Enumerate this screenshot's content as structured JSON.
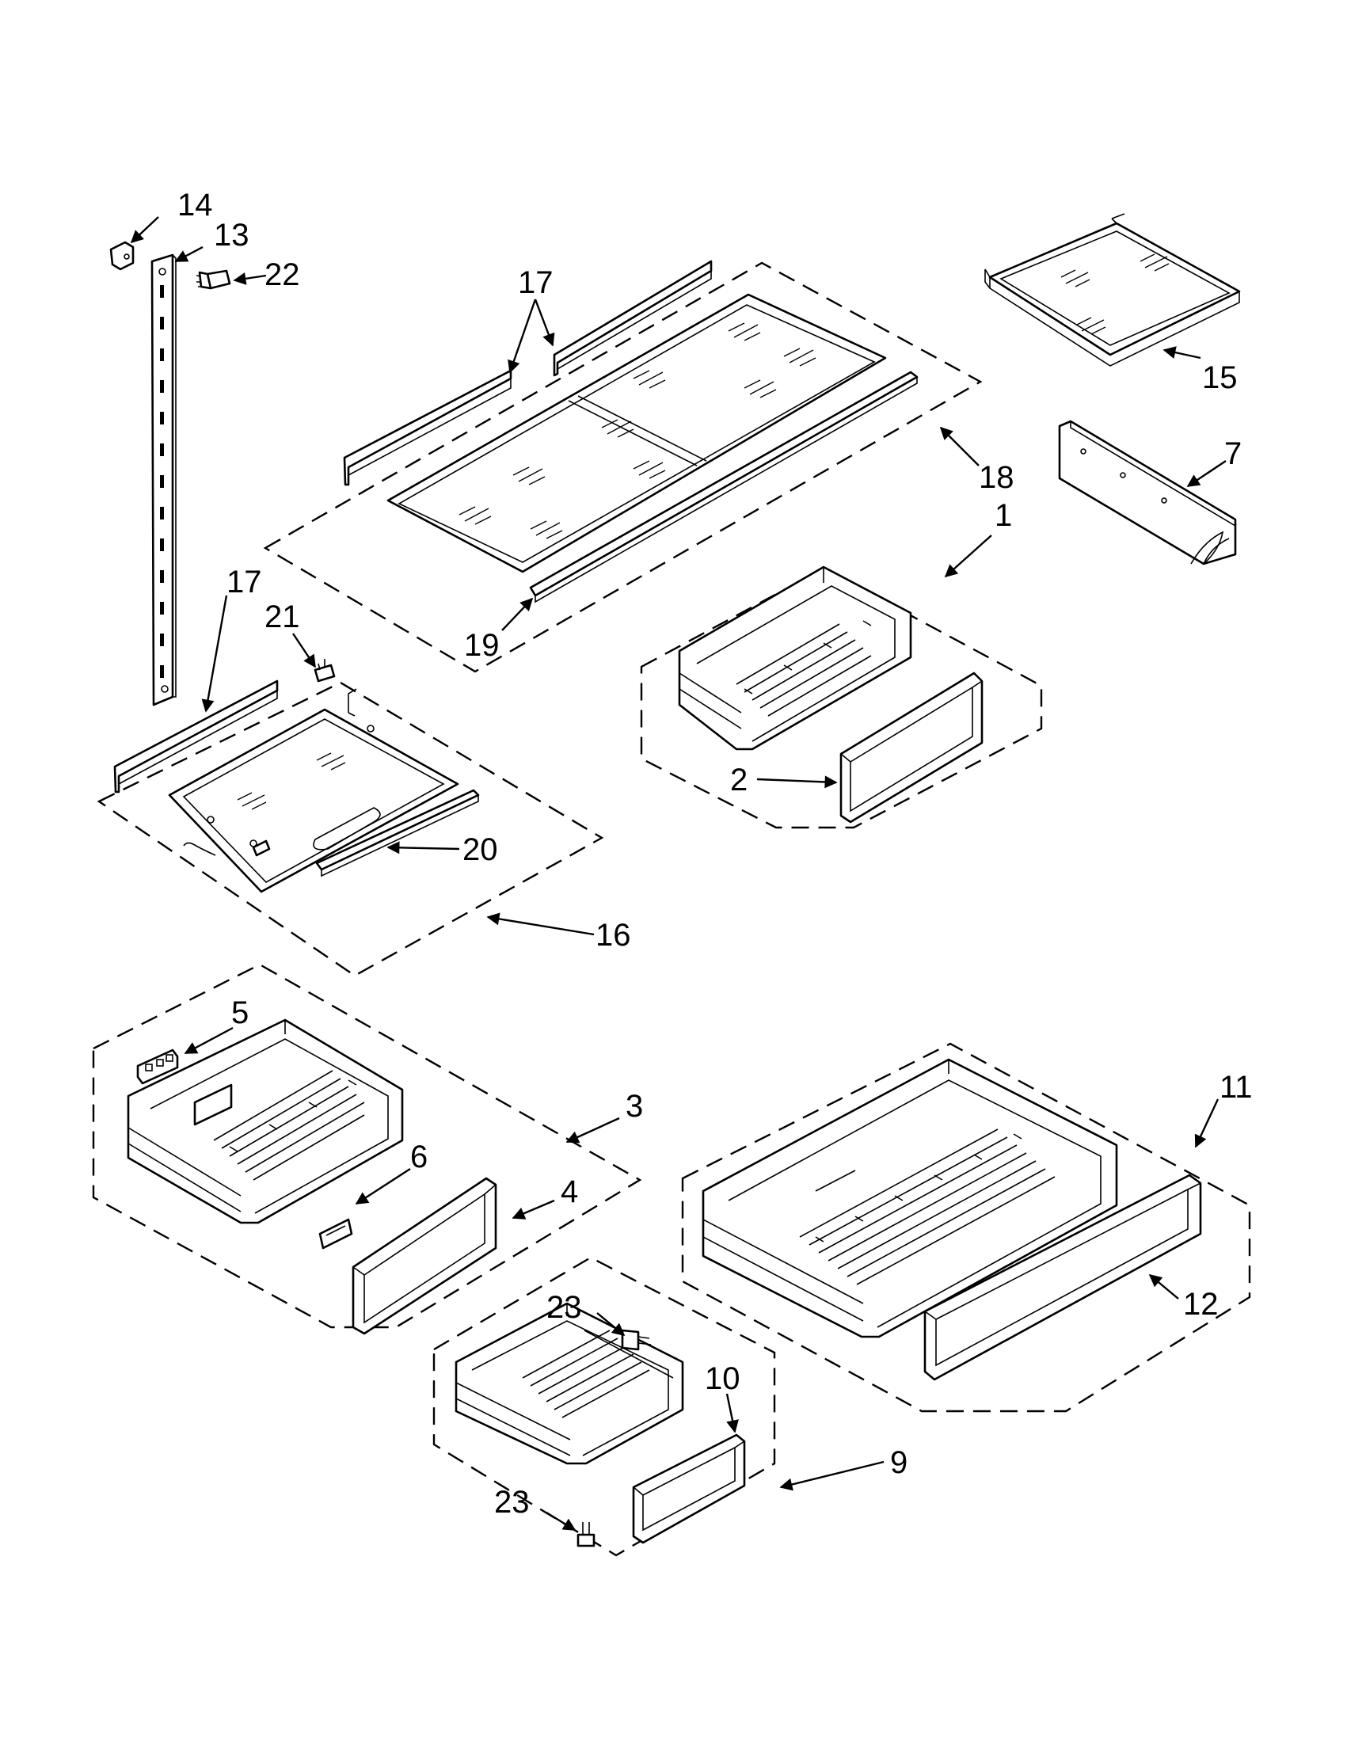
{
  "callouts": {
    "c1": "1",
    "c2": "2",
    "c3": "3",
    "c4": "4",
    "c5": "5",
    "c6": "6",
    "c7": "7",
    "c9": "9",
    "c10": "10",
    "c11": "11",
    "c12": "12",
    "c13": "13",
    "c14": "14",
    "c15": "15",
    "c16": "16",
    "c17a": "17",
    "c17b": "17",
    "c18": "18",
    "c19": "19",
    "c20": "20",
    "c21": "21",
    "c22": "22",
    "c23a": "23",
    "c23b": "23"
  }
}
